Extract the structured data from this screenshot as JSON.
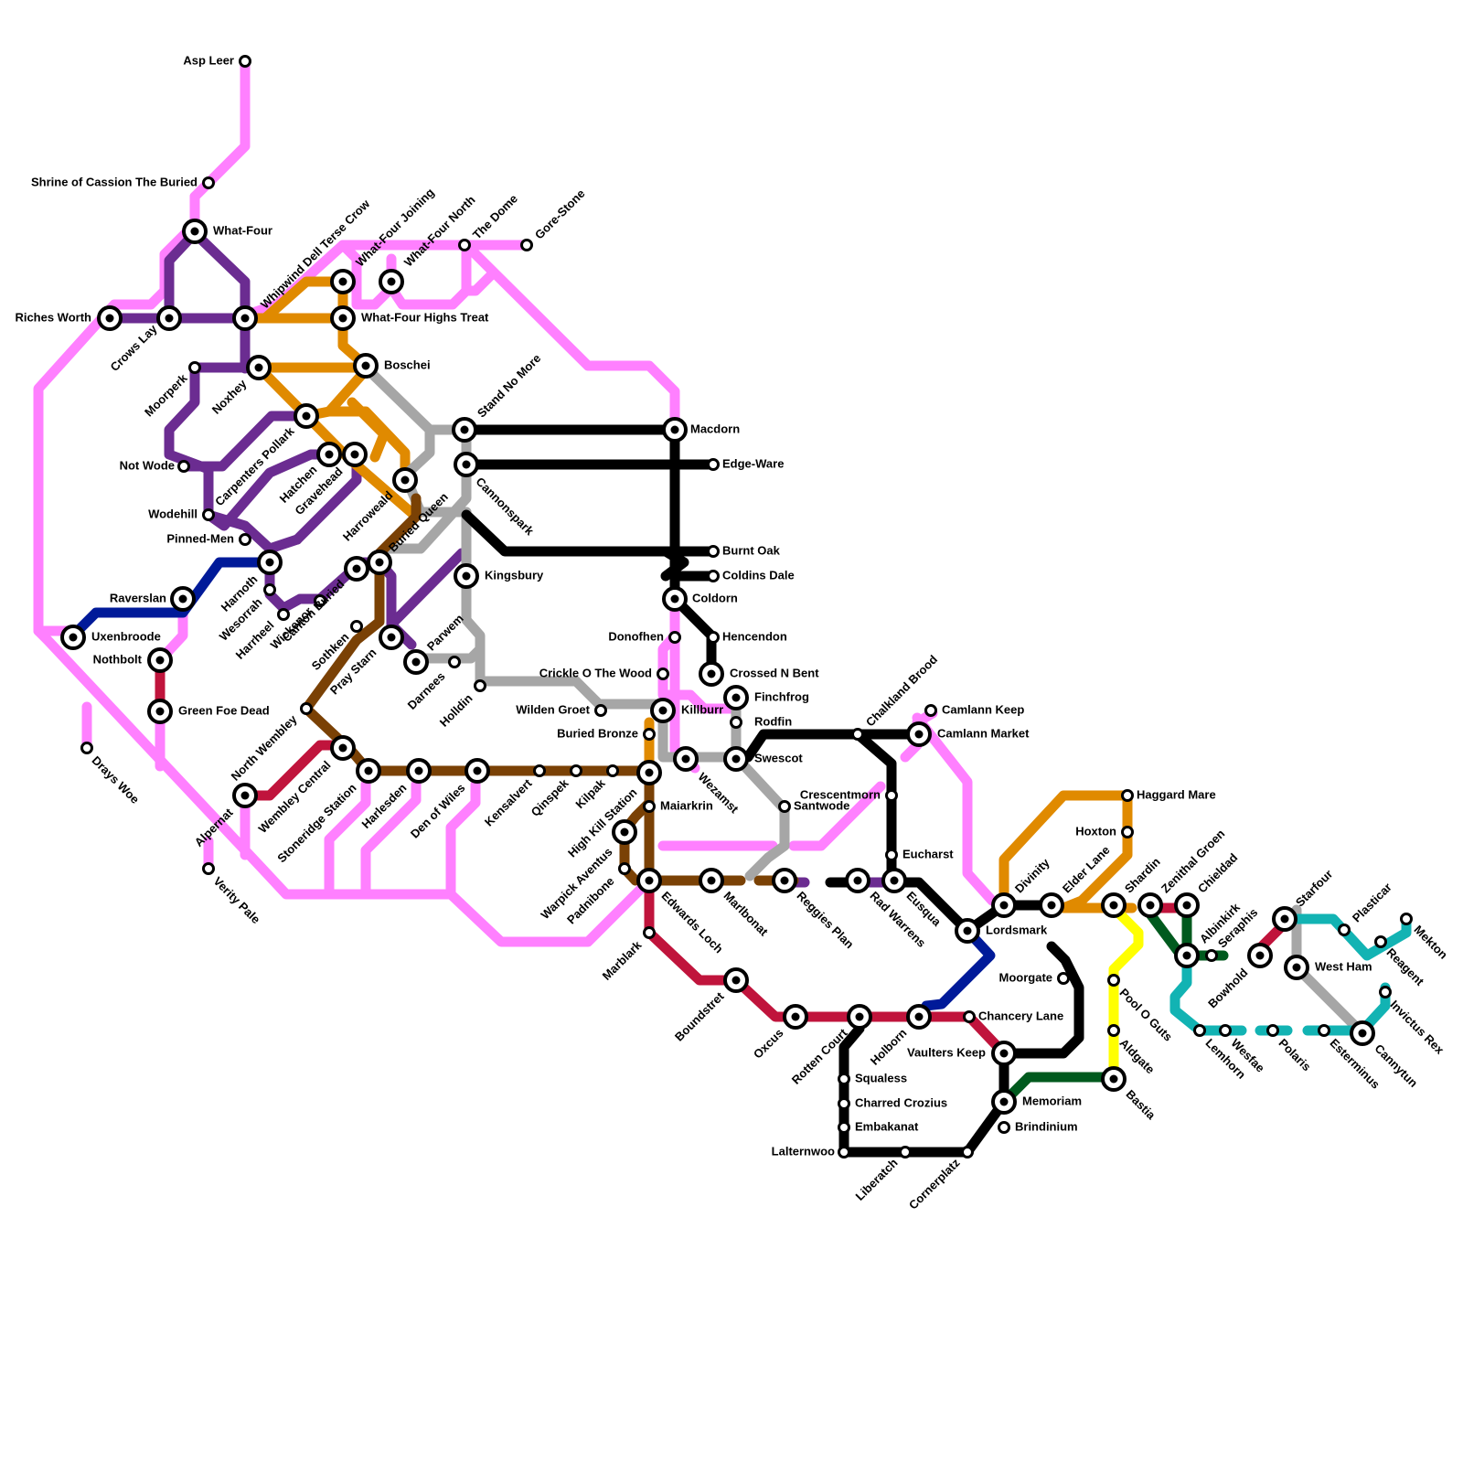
{
  "line_colors": {
    "pink": "#ff80ff",
    "purple": "#6b2c91",
    "orange": "#e08a00",
    "gray": "#a6a6a6",
    "black": "#000000",
    "brown": "#7a4105",
    "crimson": "#c0143c",
    "navy": "#001a99",
    "yellow": "#ffff00",
    "green": "#005a1e",
    "teal": "#12b3b3"
  },
  "stations": [
    {
      "name": "Asp Leer"
    },
    {
      "name": "Shrine of Cassion The Buried"
    },
    {
      "name": "What-Four"
    },
    {
      "name": "Riches Worth"
    },
    {
      "name": "Crows Lay"
    },
    {
      "name": "Whipwind Dell Terse Crow"
    },
    {
      "name": "What-Four Joining"
    },
    {
      "name": "What-Four North"
    },
    {
      "name": "The Dome"
    },
    {
      "name": "Gore-Stone"
    },
    {
      "name": "What-Four Highs Treat"
    },
    {
      "name": "Moorperk"
    },
    {
      "name": "Noxhey"
    },
    {
      "name": "Boschei"
    },
    {
      "name": "Stand No More"
    },
    {
      "name": "Macdorn"
    },
    {
      "name": "Carpenters Pollark"
    },
    {
      "name": "Not Wode"
    },
    {
      "name": "Hatchen"
    },
    {
      "name": "Gravehead"
    },
    {
      "name": "Harroweald"
    },
    {
      "name": "Cannonspark"
    },
    {
      "name": "Edge-Ware"
    },
    {
      "name": "Wodehill"
    },
    {
      "name": "Pinned-Men"
    },
    {
      "name": "Burnt Oak"
    },
    {
      "name": "Harnoth"
    },
    {
      "name": "Buried Queen"
    },
    {
      "name": "Coldins Dale"
    },
    {
      "name": "Kingsbury"
    },
    {
      "name": "Raverslan"
    },
    {
      "name": "Wesorrah"
    },
    {
      "name": "Coldorn"
    },
    {
      "name": "Harrheel"
    },
    {
      "name": "Wickenor"
    },
    {
      "name": "Canton Buried"
    },
    {
      "name": "Uxenbroode"
    },
    {
      "name": "Sothken"
    },
    {
      "name": "Donofhen"
    },
    {
      "name": "Hencendon"
    },
    {
      "name": "Pray Starn"
    },
    {
      "name": "Parwem"
    },
    {
      "name": "Nothbolt"
    },
    {
      "name": "Darnees"
    },
    {
      "name": "Crickle O The Wood"
    },
    {
      "name": "Crossed N Bent"
    },
    {
      "name": "Holldin"
    },
    {
      "name": "Finchfrog"
    },
    {
      "name": "Green Foe Dead"
    },
    {
      "name": "Wilden Groet"
    },
    {
      "name": "Killburr"
    },
    {
      "name": "Camlann Keep"
    },
    {
      "name": "North Wembley"
    },
    {
      "name": "Chalkland Brood"
    },
    {
      "name": "Rodfin"
    },
    {
      "name": "Buried Bronze"
    },
    {
      "name": "Camlann Market"
    },
    {
      "name": "Drays Woe"
    },
    {
      "name": "Wembley Central"
    },
    {
      "name": "Swescot"
    },
    {
      "name": "Wezamst"
    },
    {
      "name": "Stoneridge Station"
    },
    {
      "name": "Harlesden"
    },
    {
      "name": "Den of Wiles"
    },
    {
      "name": "Kensalvert"
    },
    {
      "name": "Qinspek"
    },
    {
      "name": "Kilpak"
    },
    {
      "name": "High Kill Station"
    },
    {
      "name": "Alpernat"
    },
    {
      "name": "Crescentmorn"
    },
    {
      "name": "Haggard Mare"
    },
    {
      "name": "Maiarkrin"
    },
    {
      "name": "Santwode"
    },
    {
      "name": "Hoxton"
    },
    {
      "name": "Warpick Aventus"
    },
    {
      "name": "Eucharst"
    },
    {
      "name": "Verity Pale"
    },
    {
      "name": "Padnibone"
    },
    {
      "name": "Edwards Loch"
    },
    {
      "name": "Marlbonat"
    },
    {
      "name": "Reggies Plan"
    },
    {
      "name": "Rad Warrens"
    },
    {
      "name": "Eusqua"
    },
    {
      "name": "Divinity"
    },
    {
      "name": "Elder Lane"
    },
    {
      "name": "Shardin"
    },
    {
      "name": "Zenithal Groen"
    },
    {
      "name": "Chieldad"
    },
    {
      "name": "Lordsmark"
    },
    {
      "name": "Starfour"
    },
    {
      "name": "Plasticar"
    },
    {
      "name": "Mekton"
    },
    {
      "name": "Marblark"
    },
    {
      "name": "Albinkirk"
    },
    {
      "name": "Seraphis"
    },
    {
      "name": "Reagent"
    },
    {
      "name": "Bowhold"
    },
    {
      "name": "West Ham"
    },
    {
      "name": "Moorgate"
    },
    {
      "name": "Pool O Guts"
    },
    {
      "name": "Boundstret"
    },
    {
      "name": "Invictus Rex"
    },
    {
      "name": "Oxcus"
    },
    {
      "name": "Rotten Court"
    },
    {
      "name": "Holborn"
    },
    {
      "name": "Chancery Lane"
    },
    {
      "name": "Aldgate"
    },
    {
      "name": "Lemhorn"
    },
    {
      "name": "Wesfae"
    },
    {
      "name": "Polaris"
    },
    {
      "name": "Esterminus"
    },
    {
      "name": "Cannytun"
    },
    {
      "name": "Vaulters Keep"
    },
    {
      "name": "Squaless"
    },
    {
      "name": "Bastia"
    },
    {
      "name": "Charred Crozius"
    },
    {
      "name": "Memoriam"
    },
    {
      "name": "Embakanat"
    },
    {
      "name": "Brindinium"
    },
    {
      "name": "Lalternwoo"
    },
    {
      "name": "Liberatch"
    },
    {
      "name": "Cornerplatz"
    }
  ]
}
